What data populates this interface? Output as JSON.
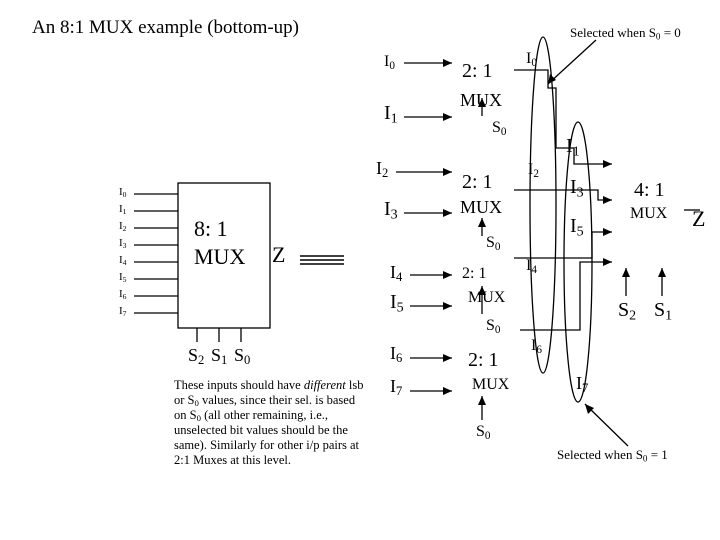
{
  "title": "An 8:1 MUX example (bottom-up)",
  "notes": {
    "top": "Selected when S",
    "top_sub": "0",
    "top_tail": " = 0",
    "bottom": "Selected when S",
    "bottom_sub": "0",
    "bottom_tail": " = 1"
  },
  "big_mux": {
    "line1": "8: 1",
    "line2": "MUX",
    "output": "Z",
    "inputs": [
      "I",
      "I",
      "I",
      "I",
      "I",
      "I",
      "I",
      "I"
    ],
    "input_subs": [
      "0",
      "1",
      "2",
      "3",
      "4",
      "5",
      "6",
      "7"
    ],
    "select_letter": "S",
    "select_subs": [
      "2",
      "1",
      "0"
    ]
  },
  "mux2": {
    "ratio": "2: 1",
    "mux": "MUX",
    "sel_letter": "S",
    "sel_sub": "0"
  },
  "mux4": {
    "ratio": "4: 1",
    "mux": "MUX",
    "output": "Z",
    "sel_letter": "S",
    "sel_subs": [
      "2",
      "1"
    ]
  },
  "left_inputs": {
    "letter": "I",
    "subs": [
      "0",
      "1",
      "2",
      "3",
      "4",
      "5",
      "6",
      "7"
    ]
  },
  "mid_inputs": {
    "letter": "I",
    "subs": [
      "0",
      "1",
      "2",
      "3",
      "4",
      "5",
      "6",
      "7"
    ]
  },
  "explanation": {
    "p1": "These inputs should have ",
    "emph": "different",
    "p2": " lsb or S",
    "sub": "0",
    "p3": " values, since their sel. is based on S",
    "sub2": "0",
    "p4": " (all other remaining, i.e., unselected bit values should be the same). Similarly for other i/p pairs at 2:1 Muxes at this level."
  }
}
